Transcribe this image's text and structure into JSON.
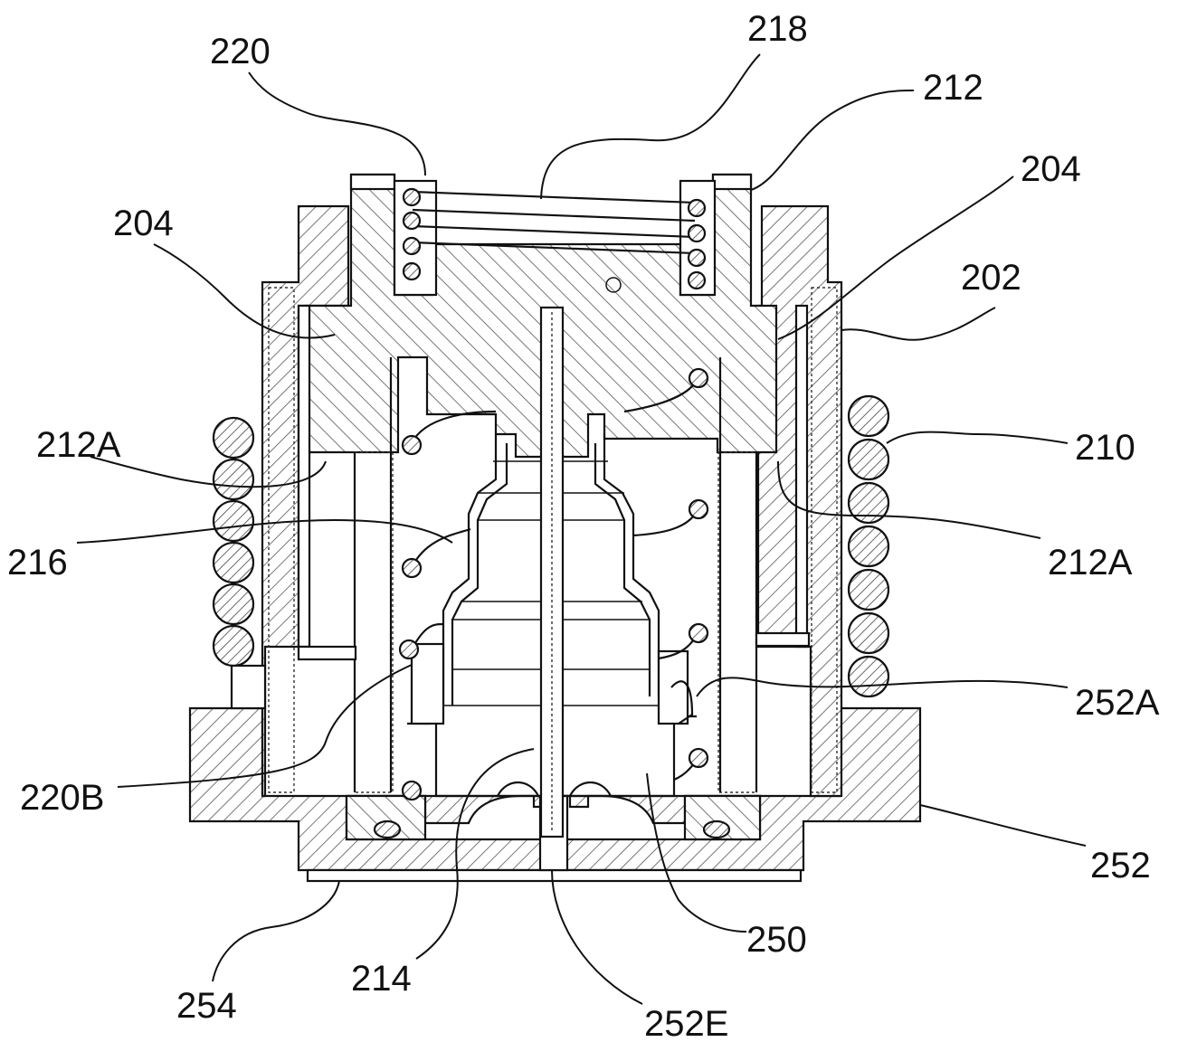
{
  "labels": {
    "l218": "218",
    "l220": "220",
    "l212": "212",
    "l204_left": "204",
    "l204_right": "204",
    "l202": "202",
    "l212A_left": "212A",
    "l210": "210",
    "l212A_right": "212A",
    "l216": "216",
    "l252A": "252A",
    "l220B": "220B",
    "l252": "252",
    "l254": "254",
    "l214": "214",
    "l250": "250",
    "l252E": "252E"
  }
}
